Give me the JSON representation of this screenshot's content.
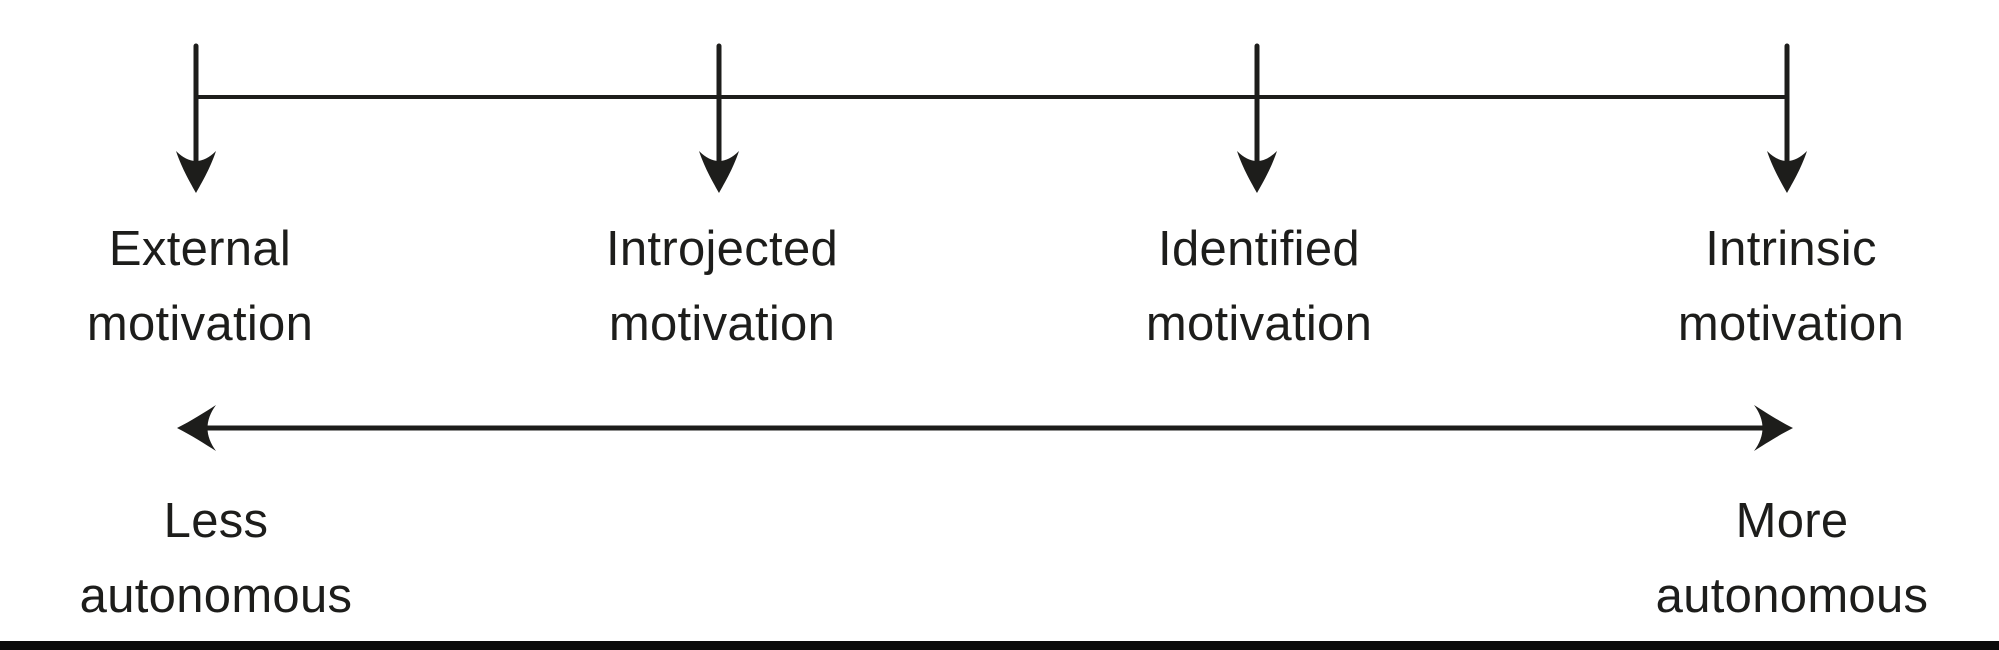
{
  "page": {
    "background_color": "#ffffff",
    "ink_color": "#1d1d1b",
    "bottom_bar_color": "#0b0b0b"
  },
  "diagram": {
    "spectrum_items": [
      {
        "line1": "External",
        "line2": "motivation"
      },
      {
        "line1": "Introjected",
        "line2": "motivation"
      },
      {
        "line1": "Identified",
        "line2": "motivation"
      },
      {
        "line1": "Intrinsic",
        "line2": "motivation"
      }
    ],
    "autonomy_axis": {
      "left_label": {
        "line1": "Less",
        "line2": "autonomous"
      },
      "right_label": {
        "line1": "More",
        "line2": "autonomous"
      }
    },
    "icons": {
      "ticks": "down-arrow-icon",
      "axis": "double-headed-arrow-icon"
    }
  }
}
